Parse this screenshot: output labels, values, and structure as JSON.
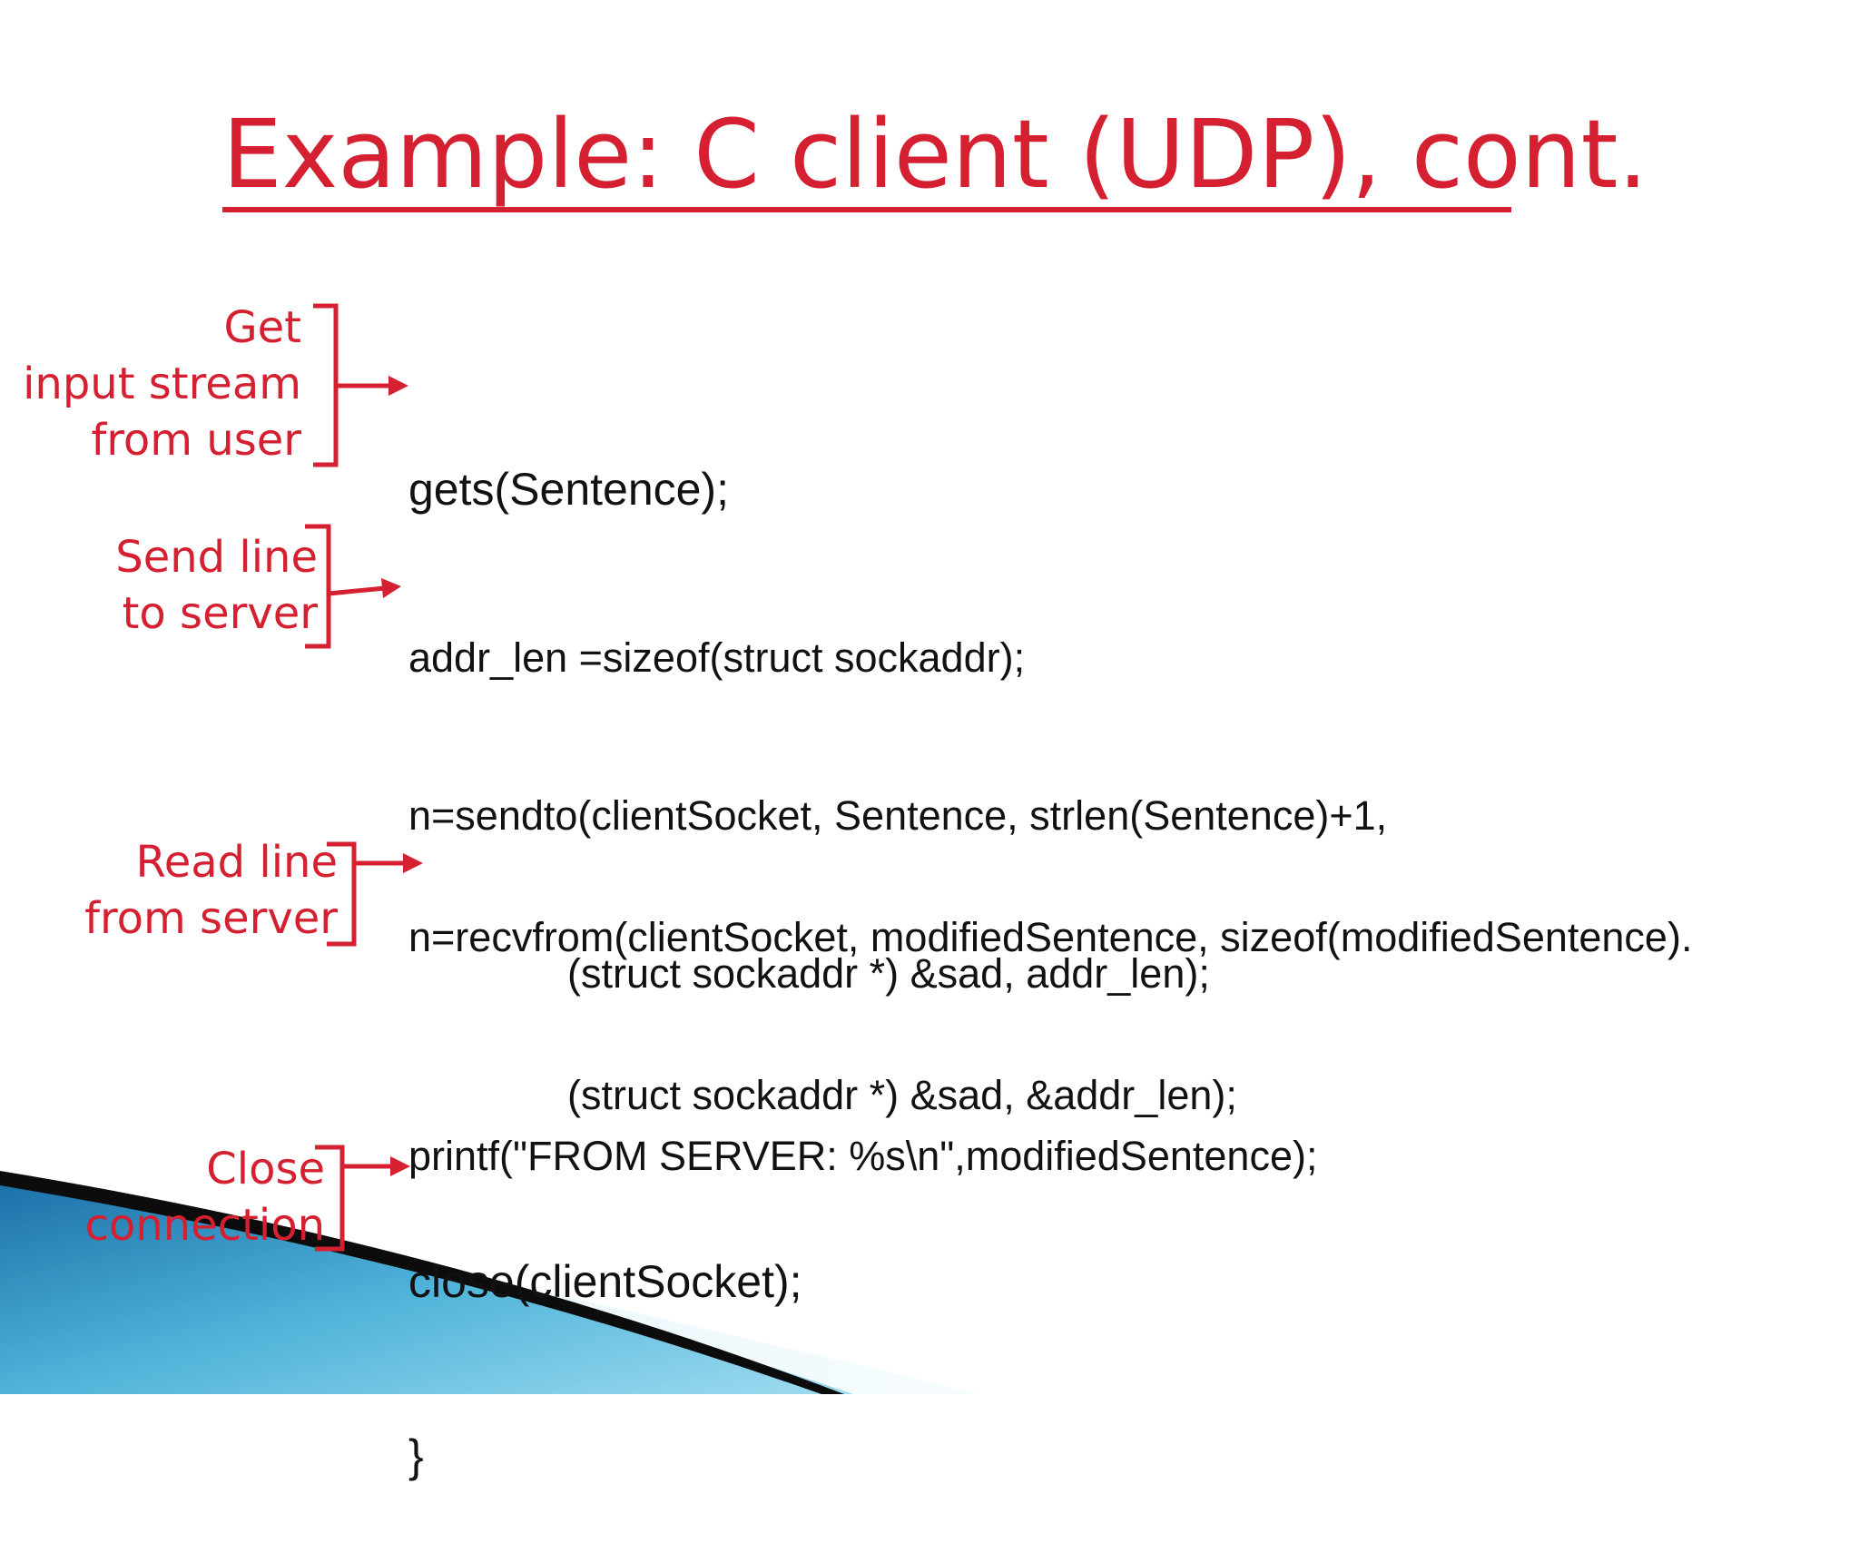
{
  "slide": {
    "title": "Example: C client (UDP), cont.",
    "accent_color": "#d42030",
    "code_color": "#111111"
  },
  "annotations": {
    "get_input": {
      "lines": [
        "Get",
        "input stream",
        "from user"
      ]
    },
    "send_line": {
      "lines": [
        "Send line",
        "to server"
      ]
    },
    "read_line": {
      "lines": [
        "Read line",
        "from server"
      ]
    },
    "close_conn": {
      "lines": [
        "Close",
        "connection"
      ]
    }
  },
  "code": {
    "gets": "gets(Sentence);",
    "send": [
      "addr_len =sizeof(struct sockaddr);",
      "n=sendto(clientSocket, Sentence, strlen(Sentence)+1,",
      "              (struct sockaddr *) &sad, addr_len);"
    ],
    "recv": [
      "n=recvfrom(clientSocket, modifiedSentence, sizeof(modifiedSentence).",
      "              (struct sockaddr *) &sad, &addr_len);"
    ],
    "printf": "printf(\"FROM SERVER: %s\\n\",modifiedSentence);",
    "close": [
      "close(clientSocket);",
      "}"
    ]
  }
}
